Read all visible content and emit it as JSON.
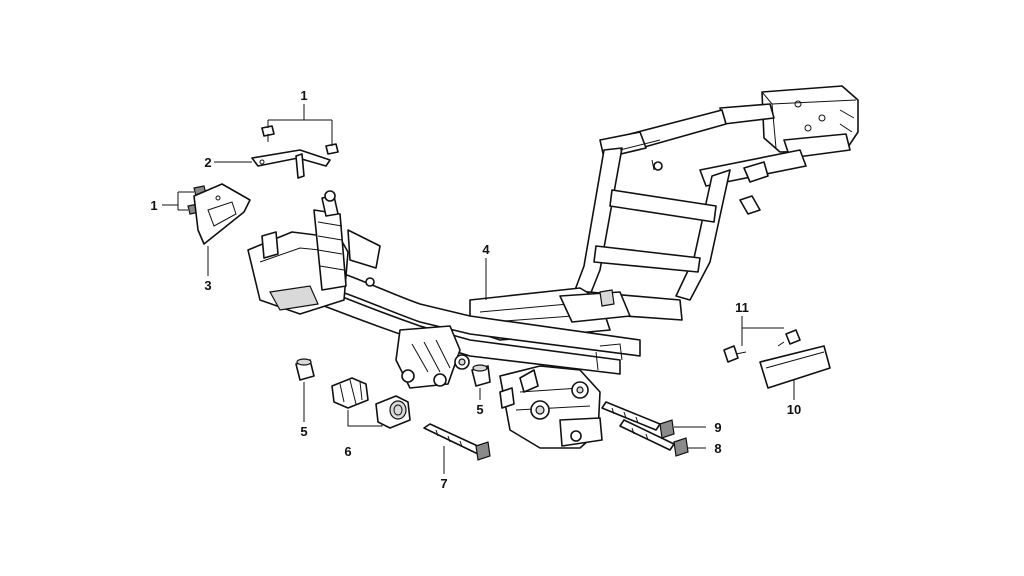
{
  "diagram": {
    "background": "#ffffff",
    "ink": "#111111",
    "callouts": [
      {
        "id": "c1a",
        "text": "1"
      },
      {
        "id": "c2",
        "text": "2"
      },
      {
        "id": "c1b",
        "text": "1"
      },
      {
        "id": "c3",
        "text": "3"
      },
      {
        "id": "c4",
        "text": "4"
      },
      {
        "id": "c5a",
        "text": "5"
      },
      {
        "id": "c5b",
        "text": "5"
      },
      {
        "id": "c6",
        "text": "6"
      },
      {
        "id": "c7",
        "text": "7"
      },
      {
        "id": "c8",
        "text": "8"
      },
      {
        "id": "c9",
        "text": "9"
      },
      {
        "id": "c10",
        "text": "10"
      },
      {
        "id": "c11",
        "text": "11"
      }
    ]
  }
}
